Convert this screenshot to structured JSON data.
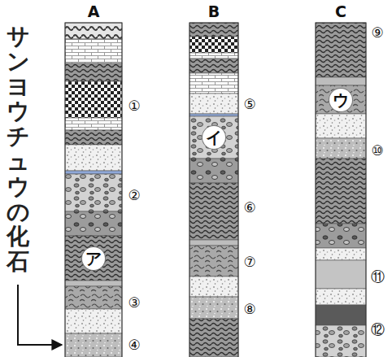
{
  "diagram": {
    "nodes": [
      {
        "text": [
          "ア"
        ]
      },
      {
        "text": [
          "イ"
        ]
      },
      {
        "text": [
          "ウ"
        ]
      }
    ],
    "labels": [
      "A",
      "B",
      "C",
      "サンヨウチュウの化石",
      "①",
      "②",
      "③",
      "④",
      "⑤",
      "⑥",
      "⑦",
      "⑧",
      "⑨",
      "⑩",
      "⑪",
      "⑫"
    ]
  }
}
